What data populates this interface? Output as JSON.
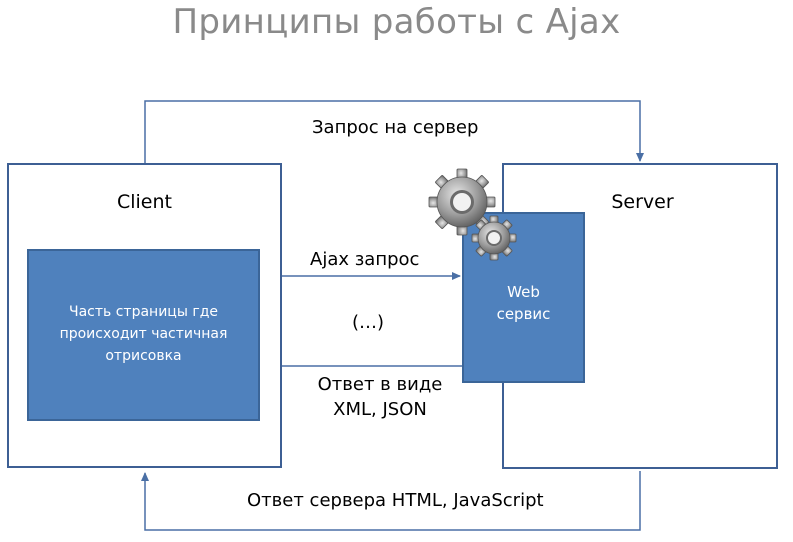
{
  "title": "Принципы работы с Ajax",
  "client": {
    "label": "Client",
    "partial_block": [
      "Часть страницы где",
      "происходит частичная",
      "отрисовка"
    ]
  },
  "server": {
    "label": "Server",
    "web_service": [
      "Web",
      "сервис"
    ]
  },
  "arrows": {
    "top_request": "Запрос на сервер",
    "ajax_request": "Ajax запрос",
    "ellipsis": "(…)",
    "response": [
      "Ответ в виде",
      "XML, JSON"
    ],
    "bottom_response": "Ответ сервера HTML, JavaScript"
  },
  "icons": [
    "gears-icon"
  ],
  "colors": {
    "border": "#3d5f94",
    "fill_blue": "#4f81bd",
    "arrow": "#4a6fa5",
    "title": "#8a8a8a"
  }
}
